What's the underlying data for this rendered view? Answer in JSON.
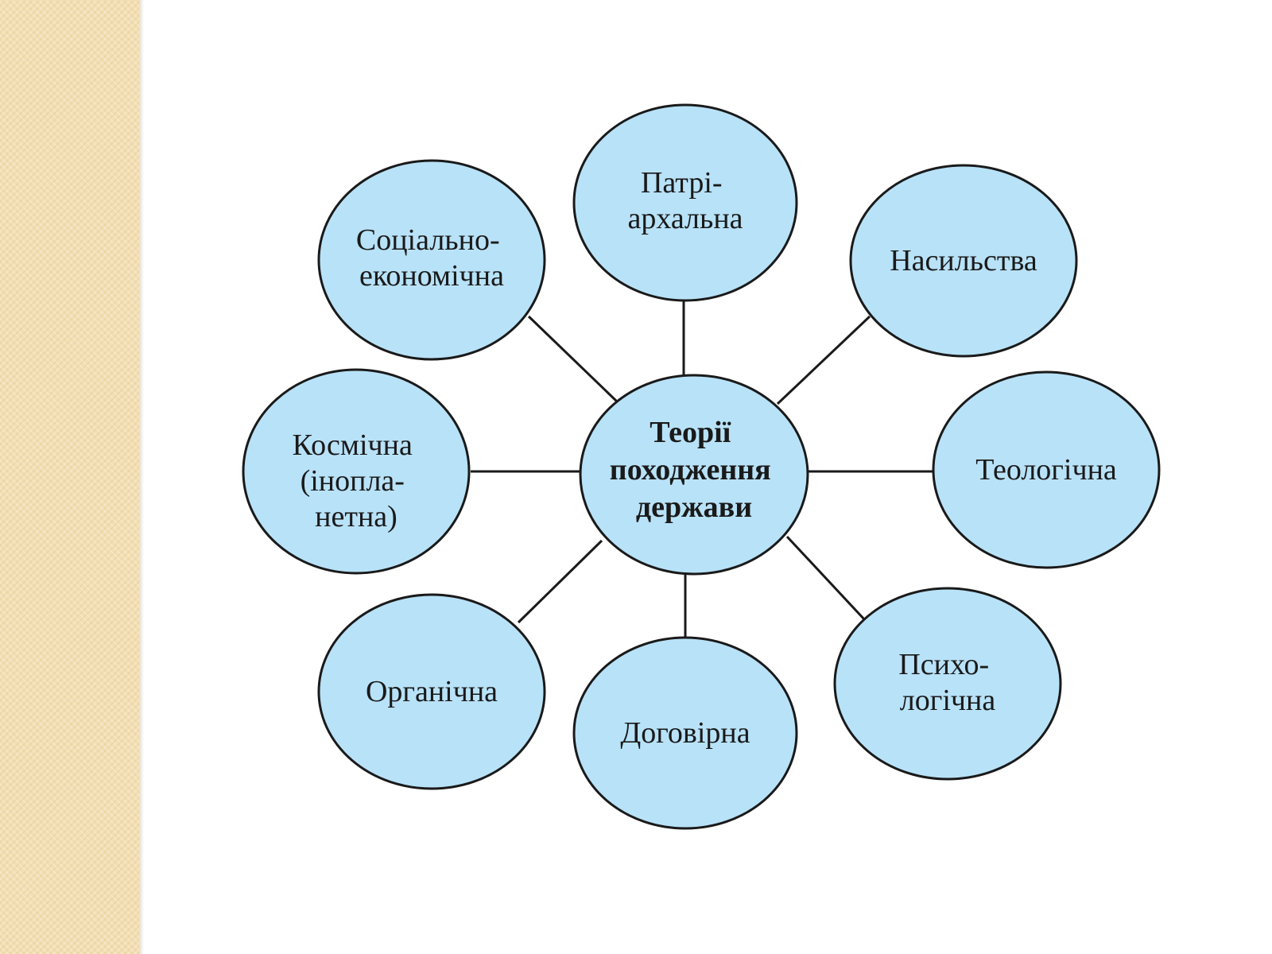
{
  "background": {
    "band_color": "#f3dfb3",
    "fill_color": "#b8e2f8",
    "stroke_color": "#1a1a1a"
  },
  "center": {
    "lines": [
      "Теорії",
      "походження",
      "держави"
    ]
  },
  "nodes": [
    {
      "id": "patriarchal",
      "lines": [
        "Патрі-",
        "архальна"
      ]
    },
    {
      "id": "violence",
      "lines": [
        "Насильства"
      ]
    },
    {
      "id": "theological",
      "lines": [
        "Теологічна"
      ]
    },
    {
      "id": "psychological",
      "lines": [
        "Психо-",
        "логічна"
      ]
    },
    {
      "id": "contractual",
      "lines": [
        "Договірна"
      ]
    },
    {
      "id": "organic",
      "lines": [
        "Органічна"
      ]
    },
    {
      "id": "cosmic",
      "lines": [
        "Космічна",
        "(інопла-",
        "нетна)"
      ]
    },
    {
      "id": "socio-economic",
      "lines": [
        "Соціально-",
        "економічна"
      ]
    }
  ]
}
